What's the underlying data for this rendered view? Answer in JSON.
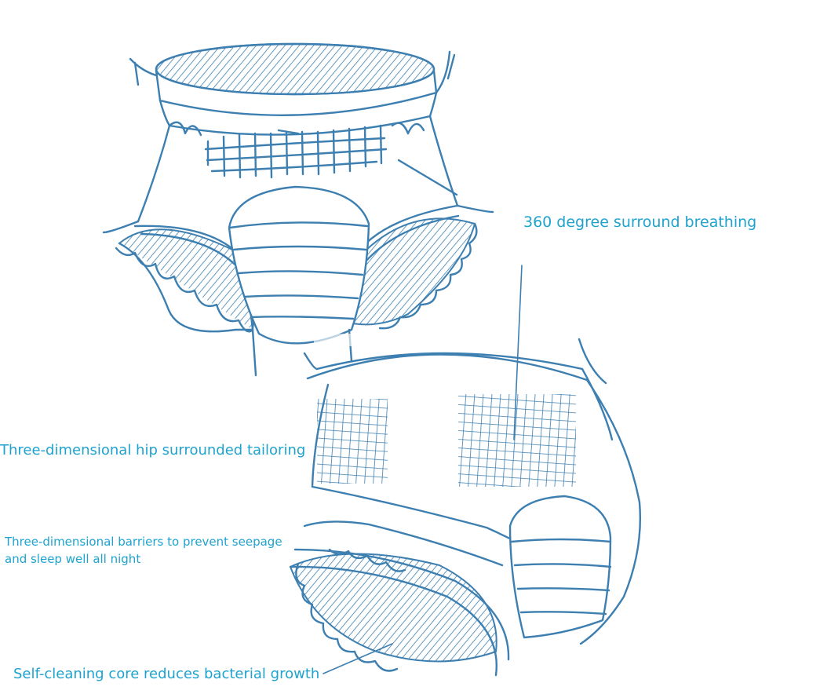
{
  "annotations": {
    "breathing": "360 degree surround breathing",
    "hip": "Three-dimensional hip surrounded tailoring",
    "barrier_line1": "Three-dimensional barriers to prevent seepage",
    "barrier_line2": "and sleep well all night",
    "core": "Self-cleaning core reduces bacterial growth"
  },
  "colors": {
    "ink": "#3d7fb0",
    "label": "#1ea3cf",
    "background": "#ffffff"
  }
}
